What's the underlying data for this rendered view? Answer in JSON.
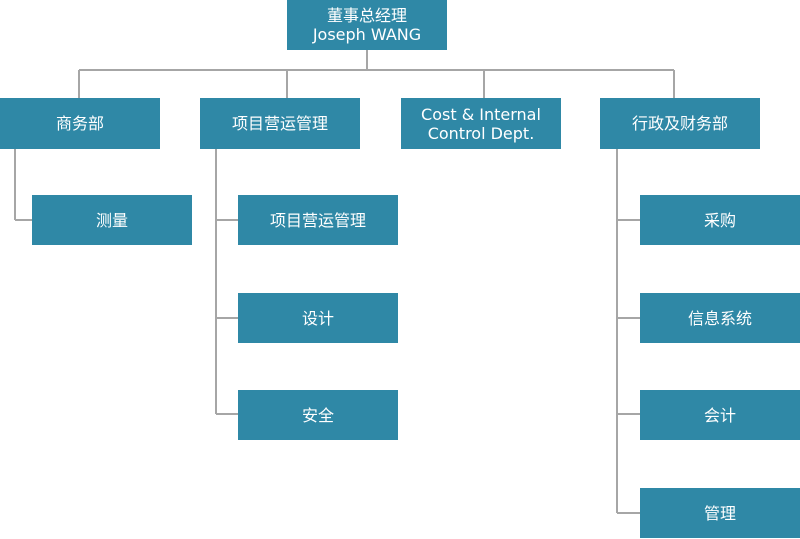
{
  "root": {
    "title": "董事总经理",
    "subtitle": "Joseph WANG"
  },
  "departments": [
    {
      "label": "商务部",
      "children": [
        "测量"
      ]
    },
    {
      "label": "项目营运管理",
      "children": [
        "项目营运管理",
        "设计",
        "安全"
      ]
    },
    {
      "label_lines": [
        "Cost & Internal",
        "Control Dept."
      ],
      "children": []
    },
    {
      "label": "行政及财务部",
      "children": [
        "采购",
        "信息系统",
        "会计",
        "管理"
      ]
    }
  ],
  "colors": {
    "box": "#2f88a6",
    "box_text": "#ffffff",
    "connector": "#a6a6a6"
  }
}
